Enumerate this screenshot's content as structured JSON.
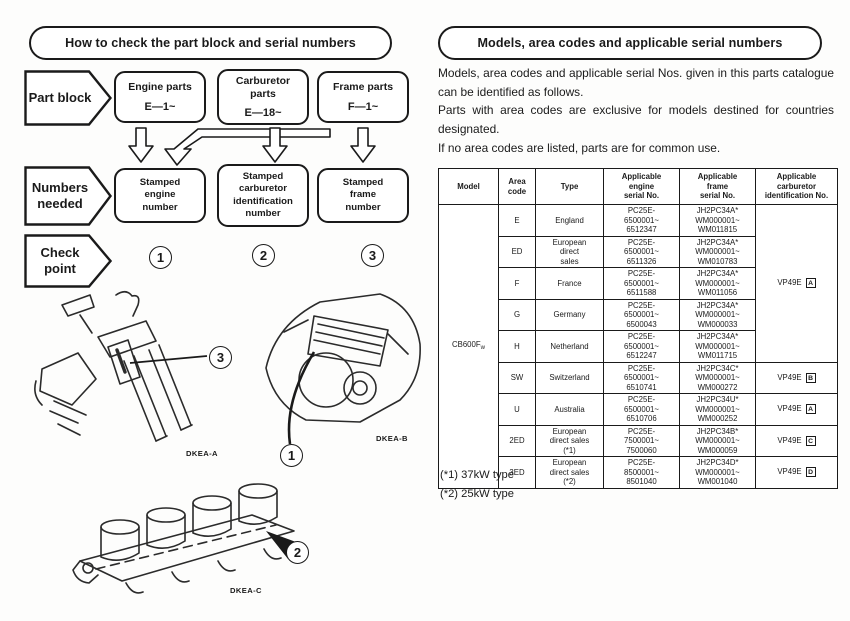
{
  "colors": {
    "ink": "#1a1a1a",
    "paper": "#ffffff"
  },
  "left": {
    "banner": "How to check the part block and serial numbers",
    "part_block": {
      "label": "Part block",
      "items": [
        {
          "title": "Engine parts",
          "code": "E—1~"
        },
        {
          "title": "Carburetor\nparts",
          "code": "E—18~"
        },
        {
          "title": "Frame parts",
          "code": "F—1~"
        }
      ]
    },
    "numbers_needed": {
      "label": "Numbers\nneeded",
      "items": [
        "Stamped\nengine\nnumber",
        "Stamped\ncarburetor\nidentification\nnumber",
        "Stamped\nframe\nnumber"
      ]
    },
    "check_point": {
      "label": "Check\npoint",
      "points": [
        "1",
        "2",
        "3"
      ]
    },
    "figures": [
      {
        "label": "DKEA-A",
        "callout": "3"
      },
      {
        "label": "DKEA-B",
        "callout": "1"
      },
      {
        "label": "DKEA-C",
        "callout": "2"
      }
    ]
  },
  "right": {
    "banner": "Models, area codes and applicable serial numbers",
    "intro": [
      "Models, area codes and applicable serial Nos. given in this parts catalogue can be identified as follows.",
      "Parts with area codes are exclusive for models destined for countries designated.",
      "If no area codes are listed, parts are for common use."
    ],
    "table": {
      "headers": [
        "Model",
        "Area\ncode",
        "Type",
        "Applicable\nengine\nserial No.",
        "Applicable\nframe\nserial No.",
        "Applicable\ncarburetor\nidentification No."
      ],
      "model": {
        "name": "CB600F",
        "sub": "w"
      },
      "carb_span": {
        "text": "VP49E",
        "box": "A"
      },
      "rows": [
        {
          "area": "E",
          "type": "England",
          "engine": "PC25E-\n6500001~\n6512347",
          "frame": "JH2PC34A*\nWM000001~\nWM011815"
        },
        {
          "area": "ED",
          "type": "European\ndirect\nsales",
          "engine": "PC25E-\n6500001~\n6511326",
          "frame": "JH2PC34A*\nWM000001~\nWM010783"
        },
        {
          "area": "F",
          "type": "France",
          "engine": "PC25E-\n6500001~\n6511588",
          "frame": "JH2PC34A*\nWM000001~\nWM011056"
        },
        {
          "area": "G",
          "type": "Germany",
          "engine": "PC25E-\n6500001~\n6500043",
          "frame": "JH2PC34A*\nWM000001~\nWM000033"
        },
        {
          "area": "H",
          "type": "Netherland",
          "engine": "PC25E-\n6500001~\n6512247",
          "frame": "JH2PC34A*\nWM000001~\nWM011715"
        },
        {
          "area": "SW",
          "type": "Switzerland",
          "engine": "PC25E-\n6500001~\n6510741",
          "frame": "JH2PC34C*\nWM000001~\nWM000272",
          "carb": {
            "text": "VP49E",
            "box": "B"
          }
        },
        {
          "area": "U",
          "type": "Australia",
          "engine": "PC25E-\n6500001~\n6510706",
          "frame": "JH2PC34U*\nWM000001~\nWM000252",
          "carb": {
            "text": "VP49E",
            "box": "A"
          }
        },
        {
          "area": "2ED",
          "type": "European\ndirect sales\n(*1)",
          "engine": "PC25E-\n7500001~\n7500060",
          "frame": "JH2PC34B*\nWM000001~\nWM000059",
          "carb": {
            "text": "VP49E",
            "box": "C"
          }
        },
        {
          "area": "3ED",
          "type": "European\ndirect sales\n(*2)",
          "engine": "PC25E-\n8500001~\n8501040",
          "frame": "JH2PC34D*\nWM000001~\nWM001040",
          "carb": {
            "text": "VP49E",
            "box": "D"
          }
        }
      ]
    },
    "footnotes": [
      "(*1) 37kW type",
      "(*2) 25kW type"
    ]
  }
}
